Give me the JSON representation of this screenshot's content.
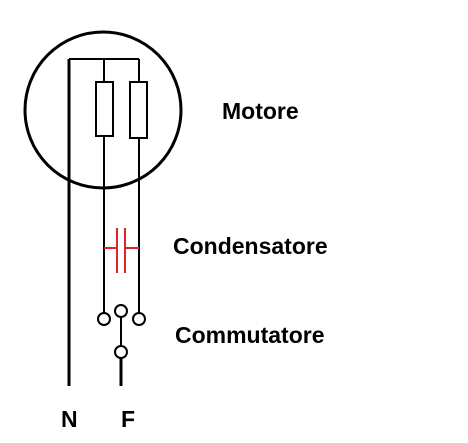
{
  "labels": {
    "motor": "Motore",
    "capacitor": "Condensatore",
    "switch": "Commutatore",
    "neutral": "N",
    "phase": "F"
  },
  "colors": {
    "line": "#000000",
    "capacitor": "#d9262b",
    "background": "#ffffff"
  }
}
